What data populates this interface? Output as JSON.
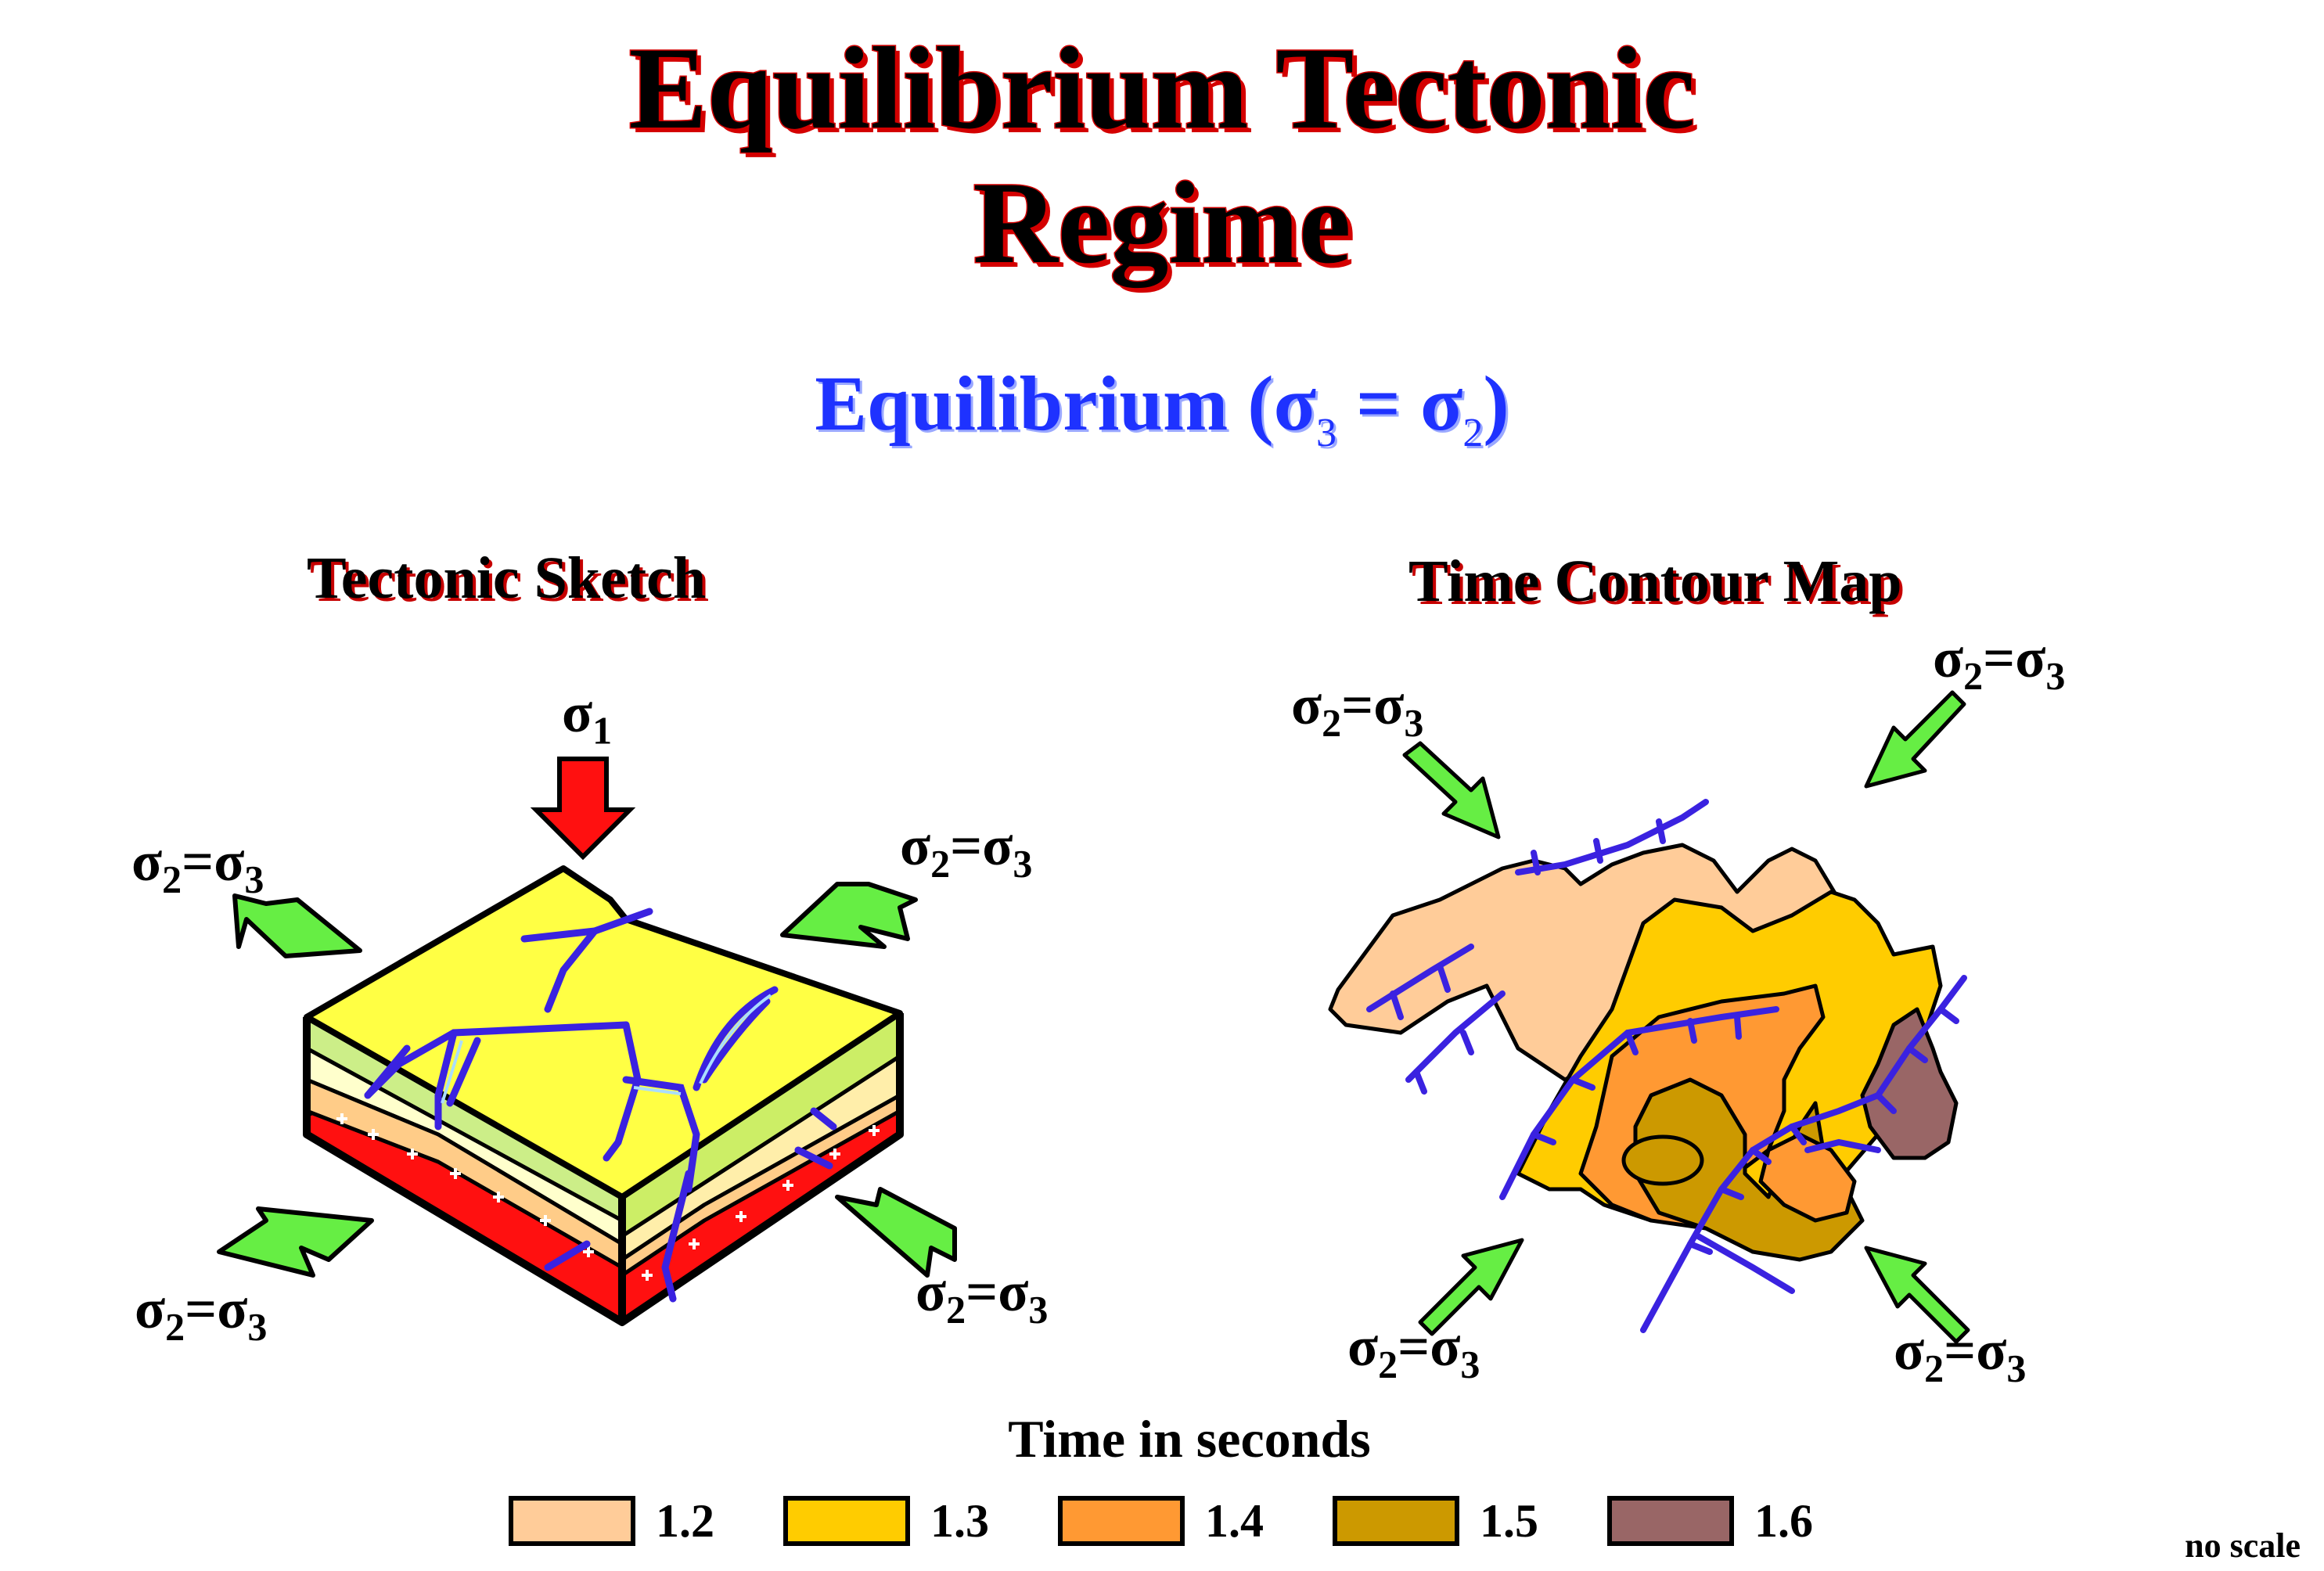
{
  "title": {
    "line1": "Equilibrium Tectonic",
    "line2": "Regime"
  },
  "subtitle": {
    "main": "Equilibrium (σ",
    "sub1": "3",
    "mid": " = σ",
    "sub2": "2",
    "end": ")"
  },
  "left_panel": {
    "title": "Tectonic Sketch",
    "sigma1": {
      "sym": "σ",
      "sub": "1"
    },
    "labels": [
      {
        "a": "σ",
        "a_sub": "2",
        "b": "=σ",
        "b_sub": "3"
      },
      {
        "a": "σ",
        "a_sub": "2",
        "b": "=σ",
        "b_sub": "3"
      },
      {
        "a": "σ",
        "a_sub": "2",
        "b": "=σ",
        "b_sub": "3"
      },
      {
        "a": "σ",
        "a_sub": "2",
        "b": "=σ",
        "b_sub": "3"
      }
    ]
  },
  "right_panel": {
    "title": "Time Contour Map",
    "labels": [
      {
        "a": "σ",
        "a_sub": "2",
        "b": "=σ",
        "b_sub": "3"
      },
      {
        "a": "σ",
        "a_sub": "2",
        "b": "=σ",
        "b_sub": "3"
      },
      {
        "a": "σ",
        "a_sub": "2",
        "b": "=σ",
        "b_sub": "3"
      },
      {
        "a": "σ",
        "a_sub": "2",
        "b": "=σ",
        "b_sub": "3"
      }
    ]
  },
  "legend": {
    "title": "Time in seconds",
    "items": [
      {
        "label": "1.2",
        "color": "#ffcc99"
      },
      {
        "label": "1.3",
        "color": "#ffcc00"
      },
      {
        "label": "1.4",
        "color": "#ff9933"
      },
      {
        "label": "1.5",
        "color": "#cc9900"
      },
      {
        "label": "1.6",
        "color": "#996666"
      }
    ]
  },
  "note": "no scale",
  "colors": {
    "fault": "#3a22e0",
    "arrow_green": "#66ee44",
    "arrow_red": "#ff1010",
    "top_yellow": "#ffff44"
  }
}
